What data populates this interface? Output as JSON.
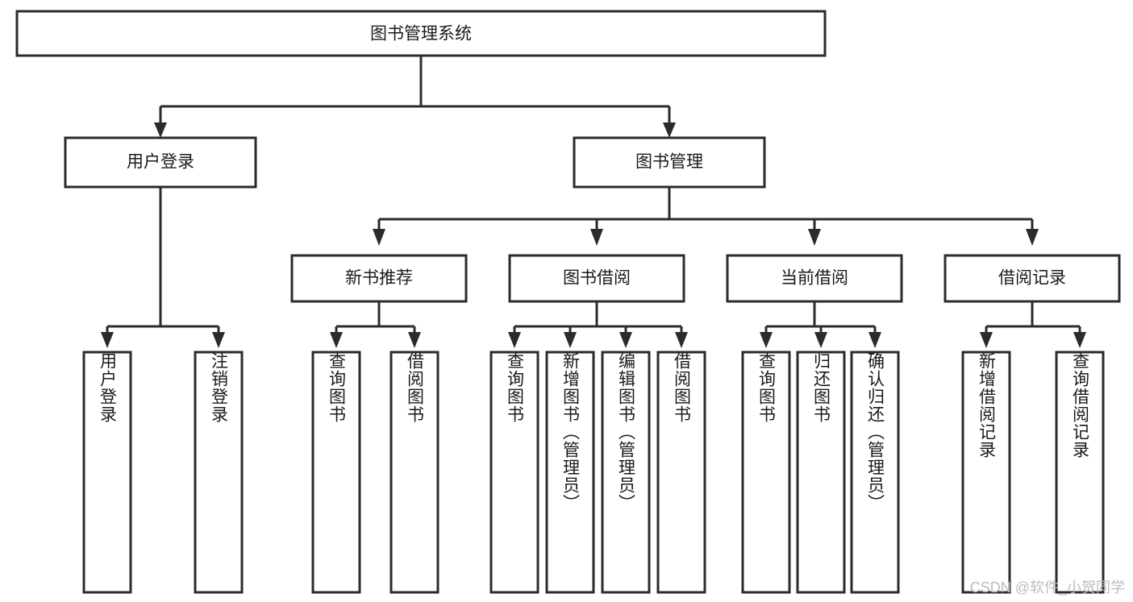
{
  "diagram": {
    "type": "hierarchy-tree",
    "title": "图书管理系统",
    "orientation": "top-down",
    "levels": 4,
    "colors": {
      "stroke": "#2b2b2b",
      "fill": "#ffffff",
      "text": "#1a1a1a",
      "watermark": "#bdbdbd"
    }
  },
  "root": {
    "label": "图书管理系统"
  },
  "level2": [
    {
      "label": "用户登录"
    },
    {
      "label": "图书管理"
    }
  ],
  "level3": [
    {
      "label": "新书推荐"
    },
    {
      "label": "图书借阅"
    },
    {
      "label": "当前借阅"
    },
    {
      "label": "借阅记录"
    }
  ],
  "leaves": {
    "user_login": [
      {
        "label": "用户登录"
      },
      {
        "label": "注销登录"
      }
    ],
    "new_book": [
      {
        "label": "查询图书"
      },
      {
        "label": "借阅图书"
      }
    ],
    "book_borrow": [
      {
        "label": "查询图书"
      },
      {
        "label": "新增图书（管理员）"
      },
      {
        "label": "编辑图书（管理员）"
      },
      {
        "label": "借阅图书"
      }
    ],
    "current_borrow": [
      {
        "label": "查询图书"
      },
      {
        "label": "归还图书"
      },
      {
        "label": "确认归还（管理员）"
      }
    ],
    "borrow_record": [
      {
        "label": "新增借阅记录"
      },
      {
        "label": "查询借阅记录"
      }
    ]
  },
  "watermark": {
    "text": "CSDN @软件_小贺同学"
  }
}
